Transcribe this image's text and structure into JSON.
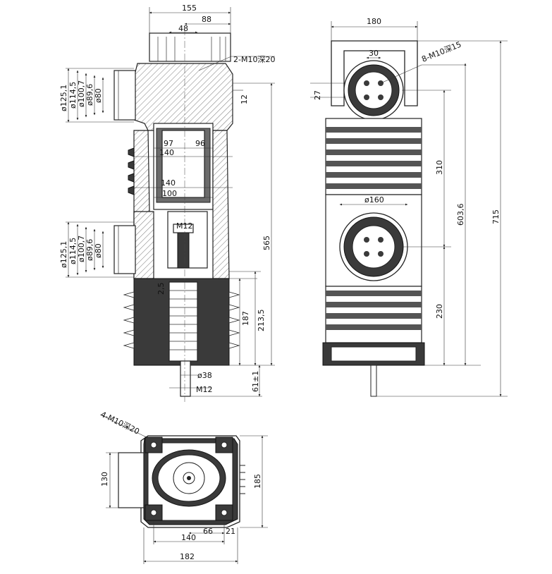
{
  "front_view": {
    "dims_top": [
      "155",
      "88",
      "48"
    ],
    "note_thread": "2-M10深20",
    "dims_left_upper": [
      "ø125,1",
      "ø114,5",
      "ø100,7",
      "ø89,6",
      "ø80"
    ],
    "dims_left_lower": [
      "ø125,1",
      "ø114,5",
      "ø100,7",
      "ø89,6",
      "ø80"
    ],
    "dims_inner": [
      "97",
      "96",
      "140",
      "140",
      "100",
      "M12",
      "2,5"
    ],
    "dims_right": [
      "12",
      "565",
      "187",
      "213,5",
      "61±1"
    ],
    "dims_bottom": [
      "ø38",
      "M12"
    ]
  },
  "side_view": {
    "dims": [
      "180",
      "30",
      "27",
      "ø160",
      "310",
      "603,6",
      "715",
      "230"
    ],
    "note_thread": "8-M10深15"
  },
  "top_view": {
    "note_thread": "4-M10深20",
    "dims": [
      "130",
      "185",
      "140",
      "66",
      "21",
      "182"
    ]
  }
}
